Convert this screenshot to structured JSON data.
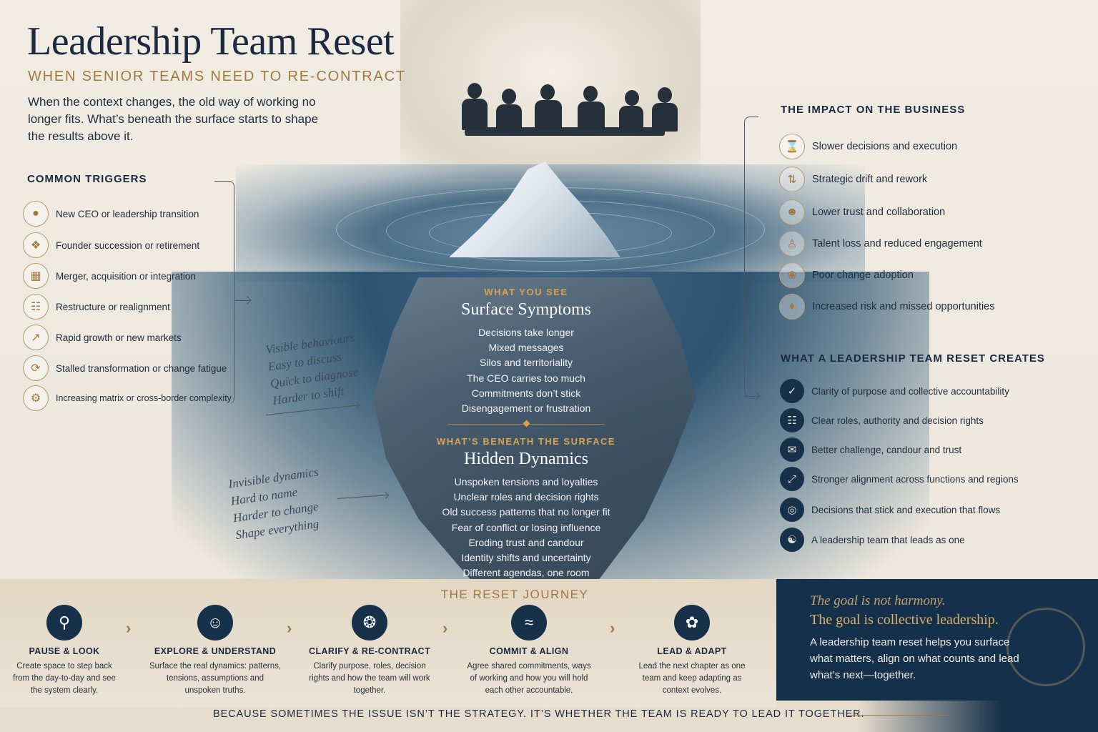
{
  "header": {
    "title": "Leadership Team Reset",
    "subtitle": "WHEN SENIOR TEAMS NEED TO RE-CONTRACT",
    "intro": "When the context changes, the old way of working no longer fits. What’s beneath the surface starts to shape the results above it."
  },
  "triggers": {
    "heading": "COMMON TRIGGERS",
    "items": [
      {
        "label": "New CEO or leadership transition",
        "icon": "person-icon"
      },
      {
        "label": "Founder succession or retirement",
        "icon": "two-people-icon"
      },
      {
        "label": "Merger, acquisition or integration",
        "icon": "puzzle-icon"
      },
      {
        "label": "Restructure or realignment",
        "icon": "org-chart-icon"
      },
      {
        "label": "Rapid growth or new markets",
        "icon": "growth-chart-icon"
      },
      {
        "label": "Stalled transformation or change fatigue",
        "icon": "cycle-icon"
      },
      {
        "label": "Increasing matrix or cross-border complexity",
        "icon": "globe-icon"
      }
    ]
  },
  "notes": {
    "visible": [
      "Visible behaviours",
      "Easy to discuss",
      "Quick to diagnose",
      "Harder to shift"
    ],
    "invisible": [
      "Invisible dynamics",
      "Hard to name",
      "Harder to change",
      "Shape everything"
    ]
  },
  "iceberg": {
    "surface": {
      "caption": "WHAT YOU SEE",
      "title": "Surface Symptoms",
      "items": [
        "Decisions take longer",
        "Mixed messages",
        "Silos and territoriality",
        "The CEO carries too much",
        "Commitments don’t stick",
        "Disengagement or frustration"
      ]
    },
    "hidden": {
      "caption": "WHAT’S BENEATH THE SURFACE",
      "title": "Hidden Dynamics",
      "items": [
        "Unspoken tensions and loyalties",
        "Unclear roles and decision rights",
        "Old success patterns that no longer fit",
        "Fear of conflict or losing influence",
        "Eroding trust and candour",
        "Identity shifts and uncertainty",
        "Different agendas, one room"
      ]
    }
  },
  "impact": {
    "heading": "THE IMPACT ON THE BUSINESS",
    "items": [
      {
        "label": "Slower decisions and execution",
        "icon": "hourglass-icon"
      },
      {
        "label": "Strategic drift and rework",
        "icon": "drift-icon"
      },
      {
        "label": "Lower trust and collaboration",
        "icon": "group-icon"
      },
      {
        "label": "Talent loss and reduced engagement",
        "icon": "person-leaving-icon"
      },
      {
        "label": "Poor change adoption",
        "icon": "plant-wilt-icon"
      },
      {
        "label": "Increased risk and missed opportunities",
        "icon": "risk-icon"
      }
    ]
  },
  "creates": {
    "heading": "WHAT A LEADERSHIP TEAM RESET CREATES",
    "items": [
      {
        "label": "Clarity of purpose and collective accountability",
        "icon": "compass-icon"
      },
      {
        "label": "Clear roles, authority and decision rights",
        "icon": "org-chart-icon"
      },
      {
        "label": "Better challenge, candour and trust",
        "icon": "speech-bubbles-icon"
      },
      {
        "label": "Stronger alignment across functions and regions",
        "icon": "expand-arrows-icon"
      },
      {
        "label": "Decisions that stick and execution that flows",
        "icon": "target-icon"
      },
      {
        "label": "A leadership team that leads as one",
        "icon": "team-icon"
      }
    ]
  },
  "journey": {
    "heading": "THE RESET JOURNEY",
    "steps": [
      {
        "title": "PAUSE & LOOK",
        "desc": "Create space to step back from the day-to-day and see the system clearly.",
        "icon": "magnifier-icon"
      },
      {
        "title": "EXPLORE & UNDERSTAND",
        "desc": "Surface the real dynamics: patterns, tensions, assumptions and unspoken truths.",
        "icon": "head-icon"
      },
      {
        "title": "CLARIFY & RE-CONTRACT",
        "desc": "Clarify purpose, roles, decision rights and how the team will work together.",
        "icon": "venn-icon"
      },
      {
        "title": "COMMIT & ALIGN",
        "desc": "Agree shared commitments, ways of working and how you will hold each other accountable.",
        "icon": "waves-icon"
      },
      {
        "title": "LEAD & ADAPT",
        "desc": "Lead the next chapter as one team and keep adapting as context evolves.",
        "icon": "sprout-icon"
      }
    ]
  },
  "goal": {
    "line1": "The goal is not harmony.",
    "line2": "The goal is collective leadership.",
    "body": "A leadership team reset helps you surface what matters, align on what counts and lead what’s next—together."
  },
  "footer": "BECAUSE SOMETIMES THE ISSUE ISN’T THE STRATEGY. IT’S WHETHER THE TEAM IS READY TO LEAD IT TOGETHER.",
  "colors": {
    "navy": "#17314a",
    "gold": "#a07a3e",
    "cream": "#efe9df"
  }
}
